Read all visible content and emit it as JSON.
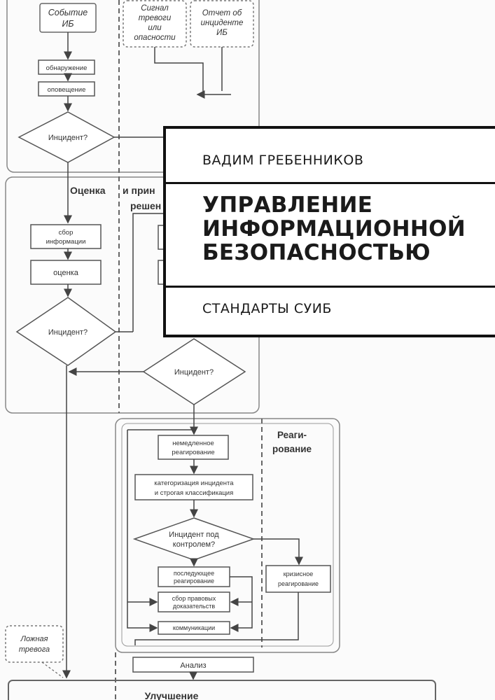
{
  "cover": {
    "author": "ВАДИМ ГРЕБЕННИКОВ",
    "title": "УПРАВЛЕНИЕ ИНФОРМАЦИОННОЙ БЕЗОПАСНОСТЬЮ",
    "subtitle": "СТАНДАРТЫ СУИБ"
  },
  "diagram": {
    "event_label": [
      "Событие",
      "ИБ"
    ],
    "signal_label": [
      "Сигнал",
      "тревоги",
      "или",
      "опасности"
    ],
    "report_label": [
      "Отчет об",
      "инциденте",
      "ИБ"
    ],
    "detection_label": "обнаружение",
    "notification_label": "оповещение",
    "incident_q1": "Инцидент?",
    "assessment_heading": [
      "Оценка",
      "и прин",
      "решен"
    ],
    "collect_label": [
      "сбор",
      "информации"
    ],
    "evaluate_label": "оценка",
    "incident_q2": "Инцидент?",
    "incident_q3": "Инцидент?",
    "response_heading": [
      "Реаги-",
      "рование"
    ],
    "immediate_label": [
      "немедленное",
      "реагирование"
    ],
    "categorize_label": [
      "категоризация инцидента",
      "и строгая классификация"
    ],
    "control_q": [
      "Инцидент под",
      "контролем?"
    ],
    "followup_label": [
      "последующее",
      "реагирование"
    ],
    "crisis_label": [
      "кризисное",
      "реагирование"
    ],
    "evidence_label": [
      "сбор правовых",
      "доказательств"
    ],
    "comms_label": "коммуникации",
    "false_alarm_label": [
      "Ложная",
      "тревога"
    ],
    "analysis_label": "Анализ",
    "improvement_label": "Улучшение"
  }
}
